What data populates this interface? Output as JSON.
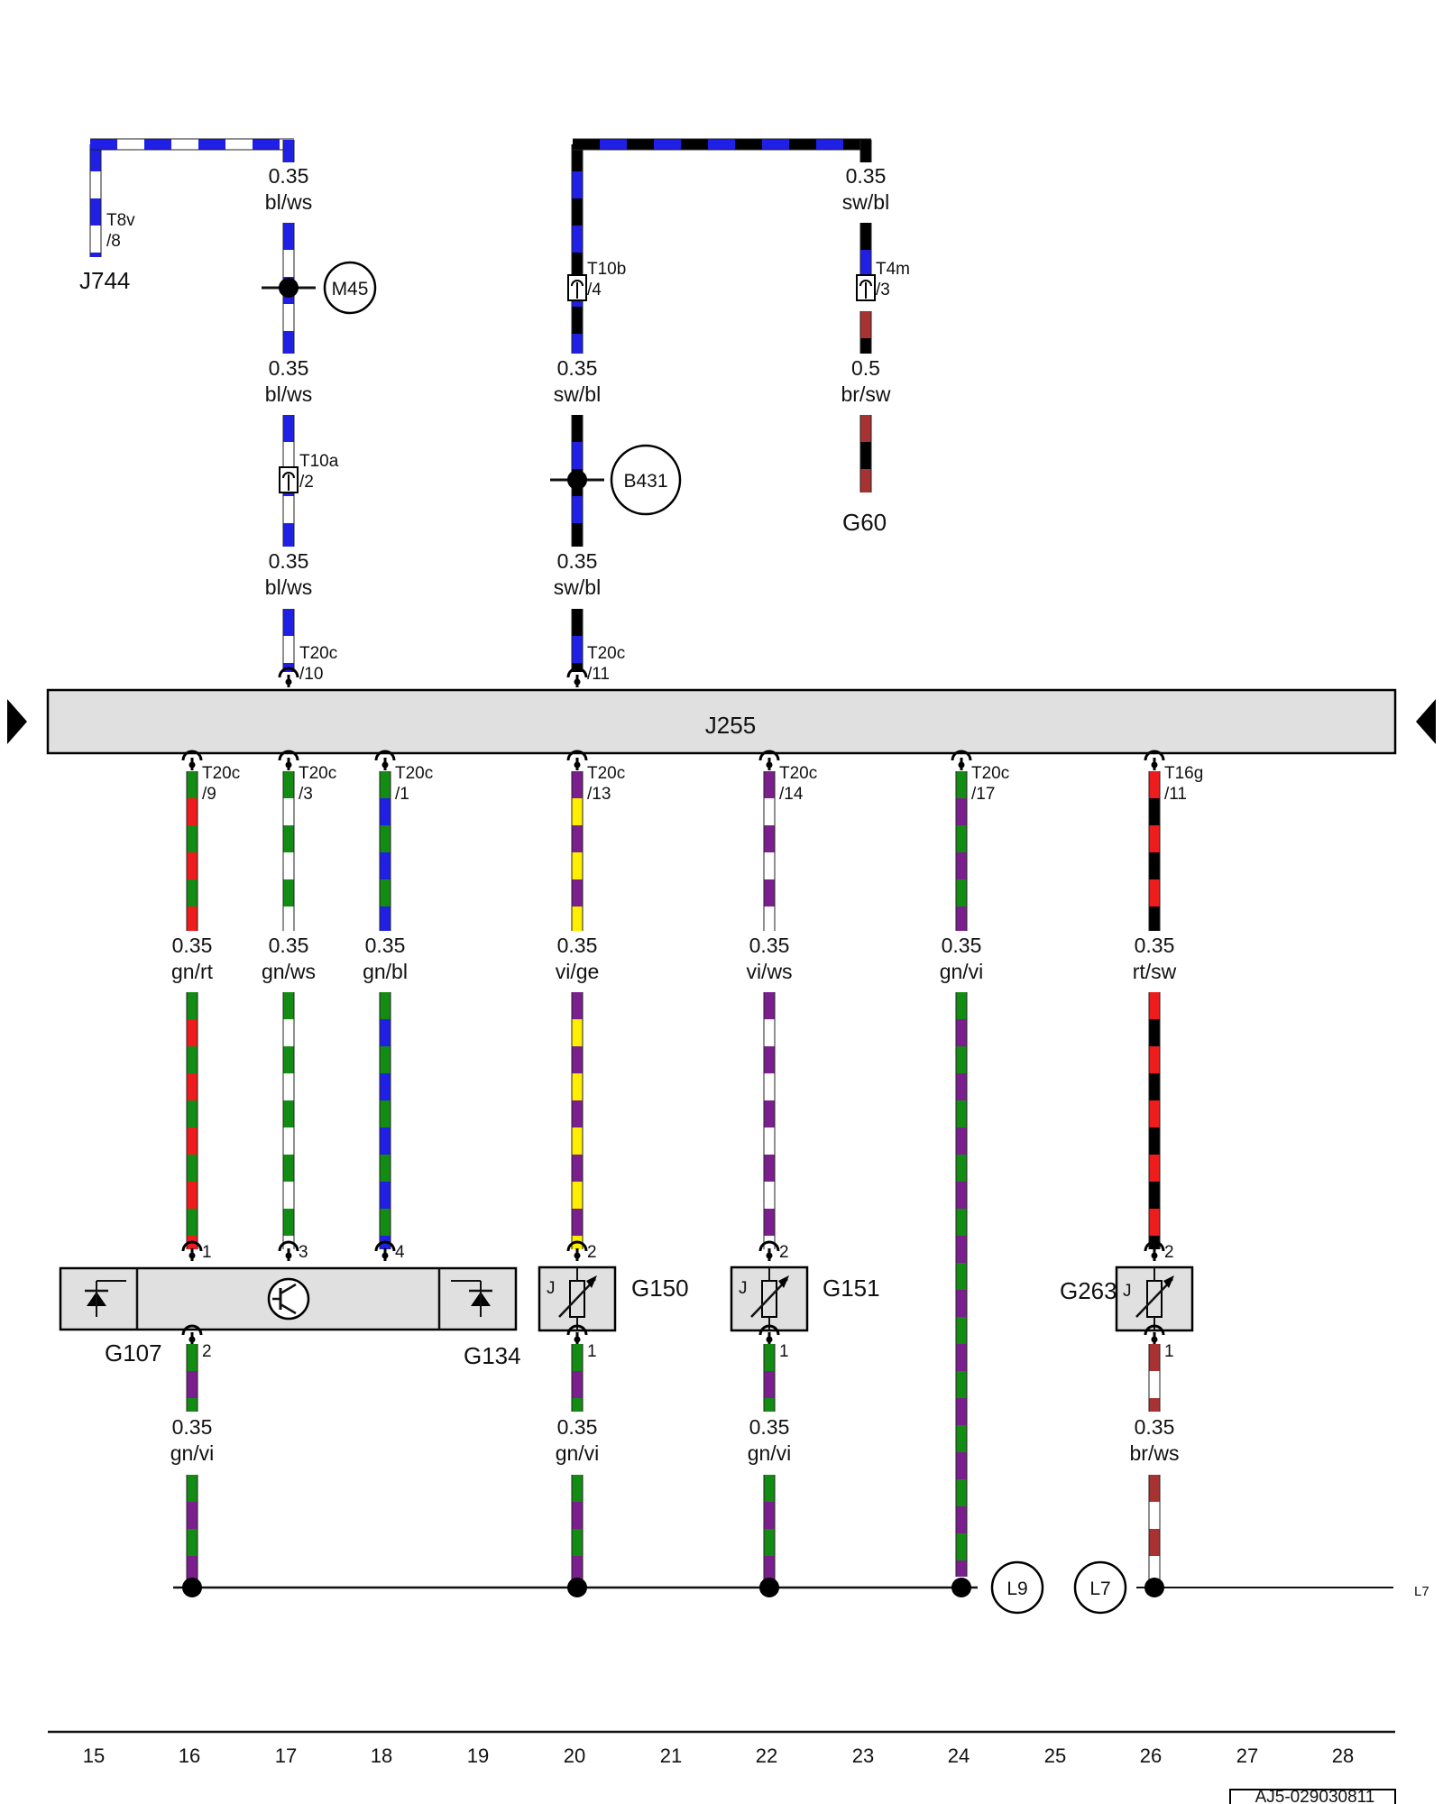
{
  "module": {
    "name": "J255"
  },
  "top_left": {
    "gauge": "0.35",
    "color": "bl/ws",
    "conn": "T8v",
    "pin": "/8",
    "unit": "J744"
  },
  "top_right": {
    "gauge": "0.35",
    "color": "sw/bl"
  },
  "wire17": {
    "seg2": {
      "gauge": "0.35",
      "color": "bl/ws"
    },
    "seg3": {
      "gauge": "0.35",
      "color": "bl/ws"
    },
    "splice": "M45",
    "conn_a": {
      "conn": "T10a",
      "pin": "/2"
    },
    "conn_b": {
      "conn": "T20c",
      "pin": "/10"
    }
  },
  "wire20": {
    "seg1": {
      "gauge": "0.35",
      "color": "sw/bl"
    },
    "seg2": {
      "gauge": "0.35",
      "color": "sw/bl"
    },
    "splice": "B431",
    "conn_a": {
      "conn": "T10b",
      "pin": "/4"
    },
    "conn_b": {
      "conn": "T20c",
      "pin": "/11"
    }
  },
  "wire23": {
    "seg1": {
      "gauge": "0.5",
      "color": "br/sw"
    },
    "conn_a": {
      "conn": "T4m",
      "pin": "/3"
    },
    "unit": "G60"
  },
  "lower_wires": [
    {
      "conn": "T20c",
      "pin": "/9",
      "gauge": "0.35",
      "color": "gn/rt",
      "comp_pin": "1"
    },
    {
      "conn": "T20c",
      "pin": "/3",
      "gauge": "0.35",
      "color": "gn/ws",
      "comp_pin": "3"
    },
    {
      "conn": "T20c",
      "pin": "/1",
      "gauge": "0.35",
      "color": "gn/bl",
      "comp_pin": "4"
    },
    {
      "conn": "T20c",
      "pin": "/13",
      "gauge": "0.35",
      "color": "vi/ge",
      "comp_pin": "2"
    },
    {
      "conn": "T20c",
      "pin": "/14",
      "gauge": "0.35",
      "color": "vi/ws",
      "comp_pin": "2"
    },
    {
      "conn": "T20c",
      "pin": "/17",
      "gauge": "0.35",
      "color": "gn/vi"
    },
    {
      "conn": "T16g",
      "pin": "/11",
      "gauge": "0.35",
      "color": "rt/sw",
      "comp_pin": "2"
    }
  ],
  "sensors": {
    "g107": "G107",
    "g134": "G134",
    "g150": "G150",
    "g151": "G151",
    "g263": "G263",
    "j_mark": "J"
  },
  "ground_wires": [
    {
      "comp_pin": "2",
      "gauge": "0.35",
      "color": "gn/vi"
    },
    {
      "comp_pin": "1",
      "gauge": "0.35",
      "color": "gn/vi"
    },
    {
      "comp_pin": "1",
      "gauge": "0.35",
      "color": "gn/vi"
    },
    {
      "comp_pin": "1",
      "gauge": "0.35",
      "color": "br/ws"
    }
  ],
  "grounds": {
    "l9": "L9",
    "l7": "L7",
    "l7_edge": "L7"
  },
  "grid": [
    "15",
    "16",
    "17",
    "18",
    "19",
    "20",
    "21",
    "22",
    "23",
    "24",
    "25",
    "26",
    "27",
    "28"
  ],
  "doc_id": "AJ5-029030811",
  "colors": {
    "bl": "#1f1fe6",
    "ws": "#ffffff",
    "sw": "#000000",
    "gn": "#138c13",
    "rt": "#ee1c1c",
    "vi": "#7b1f8f",
    "ge": "#ffee00",
    "br": "#a83232",
    "module_fill": "#e0e0e0",
    "line": "#111111"
  }
}
